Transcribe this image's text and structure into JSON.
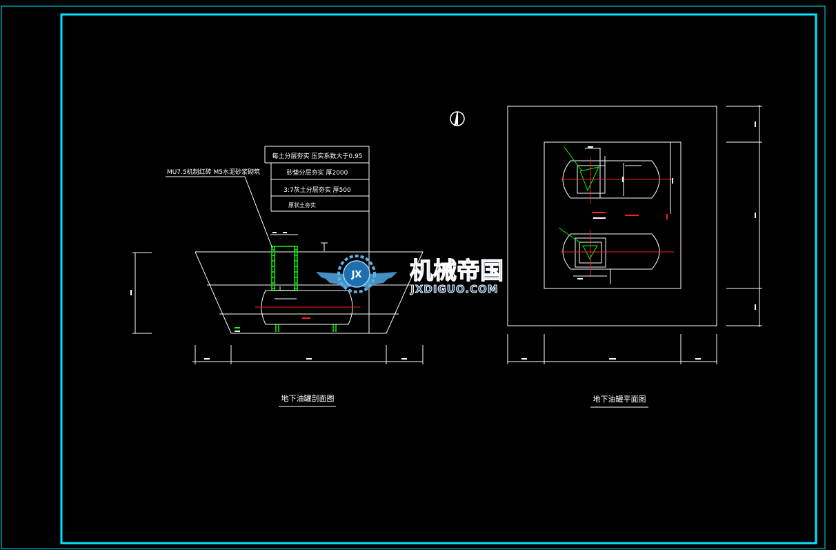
{
  "colors": {
    "background": "#000000",
    "frame": "#00e5ff",
    "line": "#ffffff",
    "section_green": "#00ff00",
    "centerline_red": "#ff2020",
    "watermark_blue": "#4a9fd8"
  },
  "section_view": {
    "title": "地下油罐剖面图",
    "wall_callout": "MU7.5机制红砖 M5水泥砂浆砌筑",
    "layers": [
      "每土分层夯实 压实系数大于0.95",
      "砂垫分层夯实  厚2000",
      "3:7灰土分层夯实 厚500",
      "原状土夯实"
    ]
  },
  "plan_view": {
    "title": "地下油罐平面图"
  },
  "watermark": {
    "brand": "机械帝国",
    "domain": "JXDIGUO.COM",
    "badge": "JX"
  }
}
